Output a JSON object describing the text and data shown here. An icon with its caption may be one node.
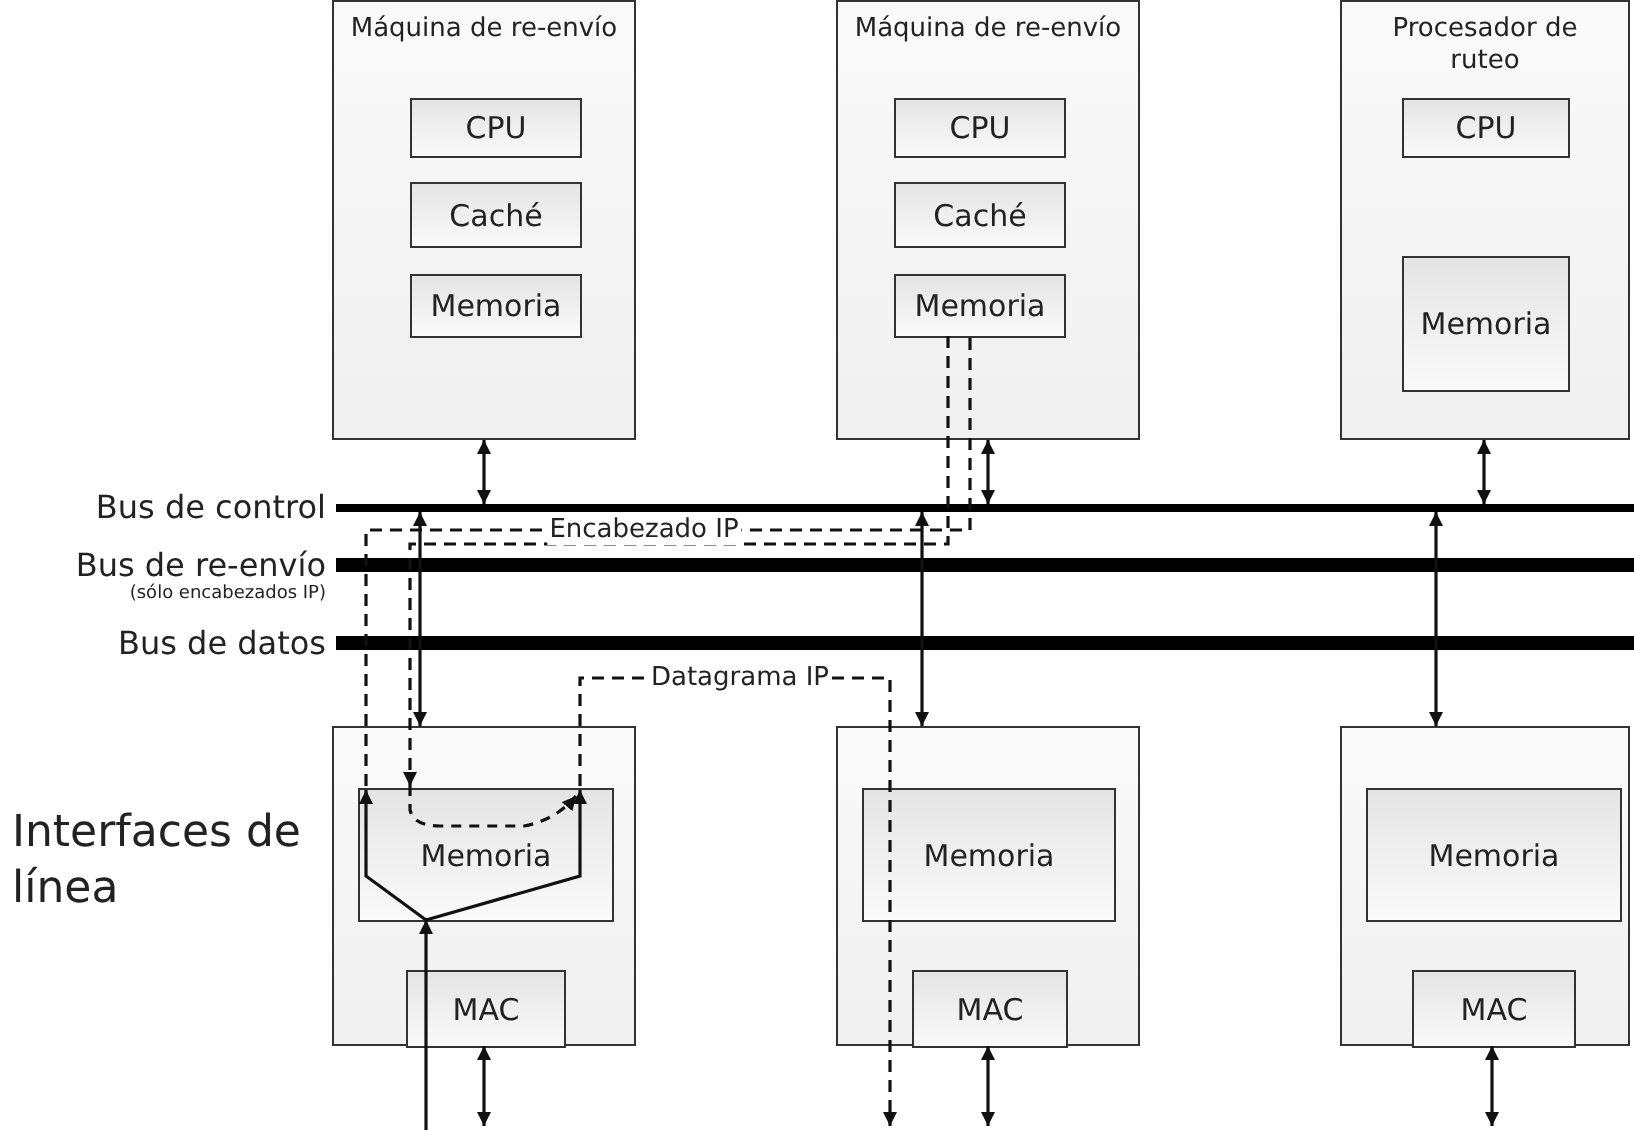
{
  "diagram": {
    "nodes": [
      {
        "text": [
          "Máquina de re-envío"
        ]
      },
      {
        "text": [
          "CPU"
        ],
        "in": 0
      },
      {
        "text": [
          "Caché"
        ],
        "in": 0
      },
      {
        "text": [
          "Memoria"
        ],
        "in": 0
      },
      {
        "text": [
          "Máquina de re-envío"
        ]
      },
      {
        "text": [
          "CPU"
        ],
        "in": 4
      },
      {
        "text": [
          "Caché"
        ],
        "in": 4
      },
      {
        "text": [
          "Memoria"
        ],
        "in": 4
      },
      {
        "text": [
          "Procesador de ruteo"
        ]
      },
      {
        "text": [
          "CPU"
        ],
        "in": 8
      },
      {
        "text": [
          "Memoria"
        ],
        "in": 8
      },
      {
        "text": [],
        "shape": "bar",
        "beside": [
          "Bus de control"
        ]
      },
      {
        "text": [],
        "shape": "bar",
        "beside": [
          "Bus de re-envío",
          "(sólo encabezados IP)"
        ]
      },
      {
        "text": [],
        "shape": "bar",
        "beside": [
          "Bus de datos"
        ]
      },
      {
        "text": [],
        "shape": "box"
      },
      {
        "text": [
          "Memoria"
        ],
        "in": 14
      },
      {
        "text": [
          "MAC"
        ],
        "in": 14
      },
      {
        "text": [],
        "shape": "box"
      },
      {
        "text": [
          "Memoria"
        ],
        "in": 17
      },
      {
        "text": [
          "MAC"
        ],
        "in": 17
      },
      {
        "text": [],
        "shape": "box"
      },
      {
        "text": [
          "Memoria"
        ],
        "in": 20
      },
      {
        "text": [
          "MAC"
        ],
        "in": 20
      }
    ],
    "edges": [
      {
        "from": 0,
        "to": 11,
        "arrow": "both"
      },
      {
        "from": 4,
        "to": 11,
        "arrow": "both"
      },
      {
        "from": 8,
        "to": 11,
        "arrow": "both"
      },
      {
        "from": 11,
        "to": 14,
        "arrow": "both"
      },
      {
        "from": 11,
        "to": 17,
        "arrow": "both"
      },
      {
        "from": 11,
        "to": 20,
        "arrow": "both"
      },
      {
        "from": 15,
        "to": 7,
        "arrow": "none",
        "style": "dashed",
        "label": "Encabezado IP"
      },
      {
        "from": 7,
        "to": 15,
        "arrow": "to",
        "style": "dashed"
      },
      {
        "from": 15,
        "to": null,
        "arrow": "to",
        "style": "dashed",
        "label": "Datagrama IP"
      },
      {
        "from": null,
        "to": 15,
        "arrow": "to"
      },
      {
        "from": 16,
        "to": null,
        "arrow": "both"
      },
      {
        "from": 19,
        "to": null,
        "arrow": "both"
      },
      {
        "from": 22,
        "to": null,
        "arrow": "both"
      }
    ],
    "labels": [
      "Interfaces de línea"
    ]
  }
}
